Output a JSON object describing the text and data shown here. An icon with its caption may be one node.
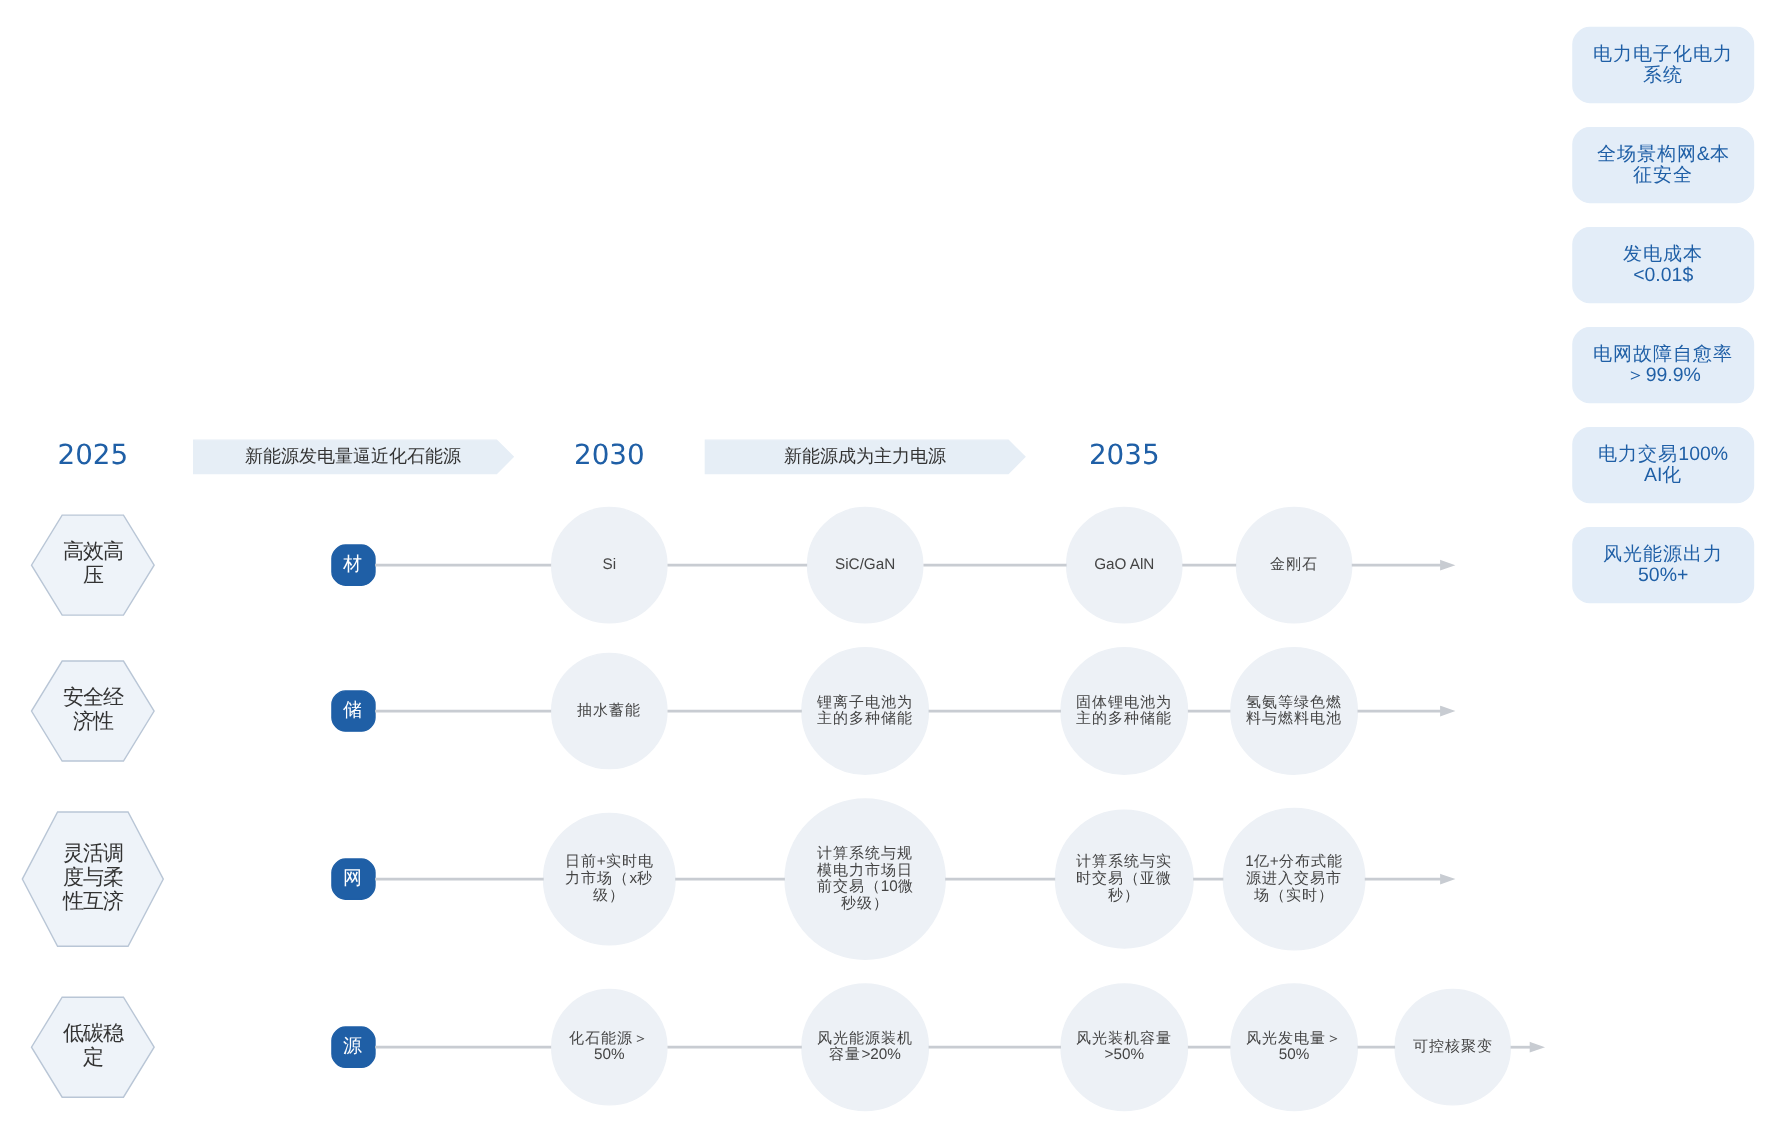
{
  "diagram": {
    "nodes": [
      {
        "text": [
          "低碳稳定"
        ]
      },
      {
        "text": [
          "源"
        ]
      },
      {
        "text": [
          "化石能源＞50%"
        ]
      },
      {
        "text": [
          "风光能源装机容量>20%"
        ]
      },
      {
        "text": [
          "风光装机容量>50%"
        ]
      },
      {
        "text": [
          "风光发电量＞50%"
        ]
      },
      {
        "text": [
          "可控核聚变"
        ]
      },
      {
        "text": [
          "灵活调度与柔性互济"
        ]
      },
      {
        "text": [
          "网"
        ]
      },
      {
        "text": [
          "日前+实时电力市场（x秒级）"
        ]
      },
      {
        "text": [
          "计算系统与规模电力市场日前交易（10微秒级）"
        ]
      },
      {
        "text": [
          "计算系统与实时交易（亚微秒）"
        ]
      },
      {
        "text": [
          "1亿+分布式能源进入交易市场（实时）"
        ]
      },
      {
        "text": [
          "安全经济性"
        ]
      },
      {
        "text": [
          "储"
        ]
      },
      {
        "text": [
          "抽水蓄能"
        ]
      },
      {
        "text": [
          "锂离子电池为主的多种储能"
        ]
      },
      {
        "text": [
          "固体锂电池为主的多种储能"
        ]
      },
      {
        "text": [
          "氢氨等绿色燃料与燃料电池"
        ]
      },
      {
        "text": [
          "高效高压"
        ]
      },
      {
        "text": [
          "材"
        ]
      },
      {
        "text": [
          "Si"
        ]
      },
      {
        "text": [
          "SiC/GaN"
        ]
      },
      {
        "text": [
          "GaO AlN"
        ]
      },
      {
        "text": [
          "金刚石"
        ]
      },
      {
        "text": [
          "风光能源出力50%+"
        ]
      },
      {
        "text": [
          "电力交易100% AI化"
        ]
      },
      {
        "text": [
          "电网故障自愈率＞99.9%"
        ]
      },
      {
        "text": [
          "发电成本<0.01$"
        ]
      },
      {
        "text": [
          "全场景构网&本征安全"
        ]
      },
      {
        "text": [
          "电力电子化电力系统"
        ]
      },
      {
        "text": [
          "新能源发电量逼近化石能源"
        ]
      },
      {
        "text": [
          "新能源成为主力电源"
        ]
      }
    ],
    "edges": [
      {
        "from": 1,
        "to": 2,
        "arrow": "none"
      },
      {
        "from": 2,
        "to": 3,
        "arrow": "none"
      },
      {
        "from": 3,
        "to": 4,
        "arrow": "none"
      },
      {
        "from": 4,
        "to": 5,
        "arrow": "none"
      },
      {
        "from": 5,
        "to": 6,
        "arrow": "none"
      },
      {
        "from": 6,
        "to": null,
        "arrow": "to"
      },
      {
        "from": 8,
        "to": 9,
        "arrow": "none"
      },
      {
        "from": 9,
        "to": 10,
        "arrow": "none"
      },
      {
        "from": 10,
        "to": 11,
        "arrow": "none"
      },
      {
        "from": 11,
        "to": 12,
        "arrow": "none"
      },
      {
        "from": 12,
        "to": null,
        "arrow": "to"
      },
      {
        "from": 14,
        "to": 15,
        "arrow": "none"
      },
      {
        "from": 15,
        "to": 16,
        "arrow": "none"
      },
      {
        "from": 16,
        "to": 17,
        "arrow": "none"
      },
      {
        "from": 17,
        "to": 18,
        "arrow": "none"
      },
      {
        "from": 18,
        "to": null,
        "arrow": "to"
      },
      {
        "from": 20,
        "to": 21,
        "arrow": "none"
      },
      {
        "from": 21,
        "to": 22,
        "arrow": "none"
      },
      {
        "from": 22,
        "to": 23,
        "arrow": "none"
      },
      {
        "from": 23,
        "to": 24,
        "arrow": "none"
      },
      {
        "from": 24,
        "to": null,
        "arrow": "to"
      }
    ],
    "labels": [
      "2025",
      "2030",
      "2035"
    ]
  }
}
